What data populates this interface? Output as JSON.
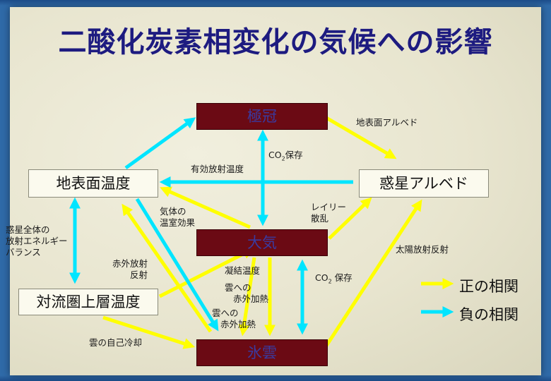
{
  "title": "二酸化炭素相変化の気候への影響",
  "nodes": {
    "icecap": "極冠",
    "atmosphere": "大気",
    "ice_cloud": "氷雲",
    "surface_temp": "地表面温度",
    "planet_albedo": "惑星アルベド",
    "upper_conv_temp": "対流圏上層温度"
  },
  "labels": {
    "surface_albedo": "地表面アルベド",
    "co2_storage_top_prefix": "CO",
    "co2_storage_top_sub": "2",
    "co2_storage_top_suffix": "保存",
    "effective_emission_temp": "有効放射温度",
    "rayleigh_line1": "レイリー",
    "rayleigh_line2": "散乱",
    "greenhouse_line1": "気体の",
    "greenhouse_line2": "温室効果",
    "energy_line1": "惑星全体の",
    "energy_line2": "放射エネルギー",
    "energy_line3": "バランス",
    "ir_reflect_line1": "赤外放射",
    "ir_reflect_line2": "反射",
    "condensation_temp": "凝結温度",
    "cloud_ir_line1": "雲への",
    "cloud_ir_line2": "赤外加熱",
    "cloud_ir2_line1": "雲への",
    "cloud_ir2_line2": "赤外加熱",
    "co2_storage_mid_prefix": "CO",
    "co2_storage_mid_sub": "2",
    "co2_storage_mid_suffix": " 保存",
    "solar_reflect": "太陽放射反射",
    "cloud_self_cool": "雲の自己冷却"
  },
  "legend": {
    "positive": "正の相関",
    "negative": "負の相関"
  },
  "colors": {
    "positive_arrow": "#ffff00",
    "negative_arrow": "#00e5ff",
    "dark_box": "#6b0a14",
    "title": "#1d1b80"
  }
}
